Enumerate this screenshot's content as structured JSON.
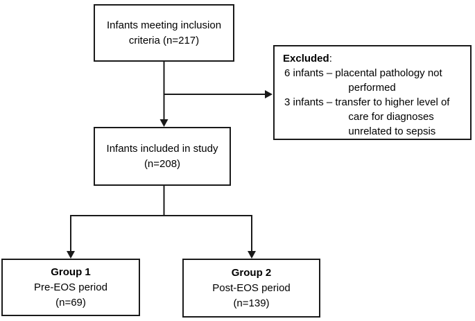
{
  "diagram": {
    "inclusion_box": {
      "lines": [
        "Infants meeting inclusion",
        "criteria (n=217)"
      ]
    },
    "excluded_box": {
      "title": "Excluded",
      "title_colon": ":",
      "items": [
        {
          "prefix": "6 infants – ",
          "lines": [
            "placental pathology not",
            "performed"
          ]
        },
        {
          "prefix": "3 infants – ",
          "lines": [
            "transfer to higher level of",
            "care for diagnoses",
            "unrelated to sepsis"
          ]
        }
      ]
    },
    "included_box": {
      "lines": [
        "Infants included in study",
        "(n=208)"
      ]
    },
    "group1_box": {
      "title": "Group 1",
      "lines": [
        "Pre-EOS period",
        "(n=69)"
      ]
    },
    "group2_box": {
      "title": "Group 2",
      "lines": [
        "Post-EOS period",
        "(n=139)"
      ]
    },
    "colors": {
      "box_border": "#1a1a1a",
      "connector": "#1a1a1a",
      "text": "#000000",
      "background": "#ffffff"
    }
  }
}
